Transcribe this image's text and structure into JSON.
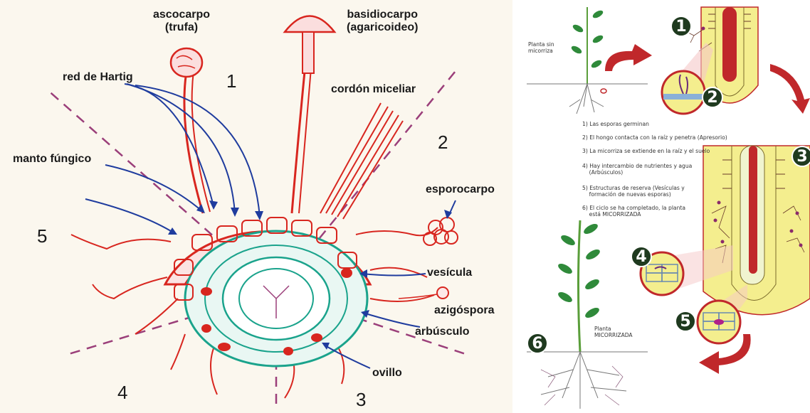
{
  "left_diagram": {
    "labels": {
      "ascocarpo": "ascocarpo",
      "ascocarpo_sub": "(trufa)",
      "basidiocarpo": "basidiocarpo",
      "basidiocarpo_sub": "(agaricoideo)",
      "red_hartig": "red de Hartig",
      "cordon": "cordón miceliar",
      "manto": "manto fúngico",
      "esporocarpo": "esporocarpo",
      "vesicula": "vesícula",
      "azigospora": "azigóspora",
      "arbusculo": "arbúsculo",
      "ovillo": "ovillo"
    },
    "sectors": [
      "1",
      "2",
      "3",
      "4",
      "5"
    ],
    "colors": {
      "fungus_red": "#d8261f",
      "root_teal": "#1aa38c",
      "divider": "#9b3f7a",
      "arrow_blue": "#1f3c9e"
    }
  },
  "right_diagram": {
    "plant_without": "Planta sin\nmicorriza",
    "plant_with": "Planta\nMICORRIZADA",
    "steps": [
      "1) Las esporas germinan",
      "2) El hongo contacta con la raíz y penetra (Apresorio)",
      "3) La micorriza se extiende en la raíz y el suelo",
      "4) Hay intercambio de nutrientes y agua\n    (Arbúsculos)",
      "5) Estructuras de reserva (Vesículas y\n    formación de nuevas esporas)",
      "6) El ciclo se ha completado, la planta\n    está MICORRIZADA"
    ],
    "badges": [
      "1",
      "2",
      "3",
      "4",
      "5",
      "6"
    ],
    "colors": {
      "badge": "#1f3a1f",
      "root_yellow": "#f4ee8e",
      "arrow_red": "#c0282b",
      "leaf_green": "#2f8a3a"
    }
  }
}
